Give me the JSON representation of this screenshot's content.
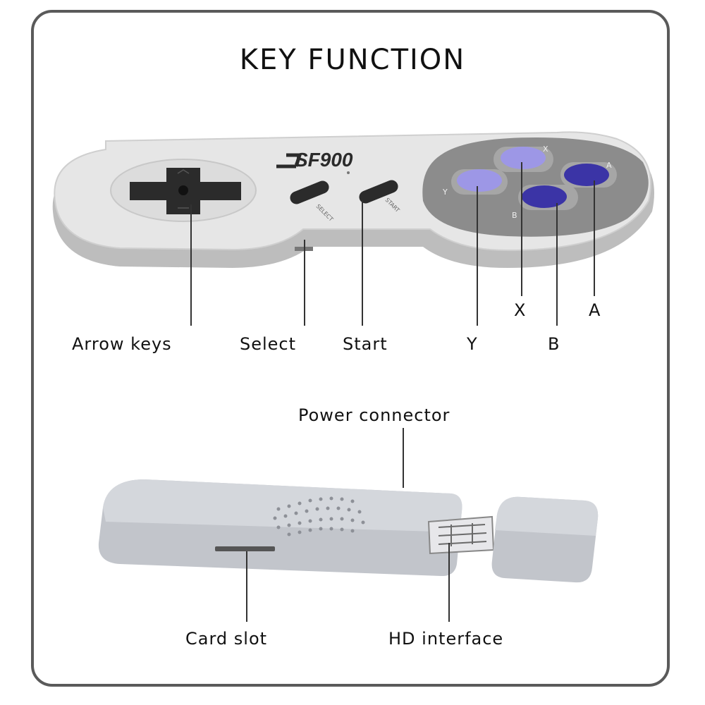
{
  "title": "KEY FUNCTION",
  "controller": {
    "brand": "SF900",
    "button_marks": {
      "select": "SELECT",
      "start": "START",
      "x": "X",
      "y": "Y",
      "a": "A",
      "b": "B"
    }
  },
  "callouts": {
    "arrow_keys": "Arrow keys",
    "select": "Select",
    "start": "Start",
    "y": "Y",
    "x": "X",
    "b": "B",
    "a": "A",
    "power_connector": "Power connector",
    "card_slot": "Card slot",
    "hd_interface": "HD interface"
  },
  "colors": {
    "frame": "#5a5a5a",
    "controller_body": "#e6e6e6",
    "button_light_purple": "#9d97e6",
    "button_dark_purple": "#3b34a6",
    "dpad": "#2b2b2b"
  }
}
